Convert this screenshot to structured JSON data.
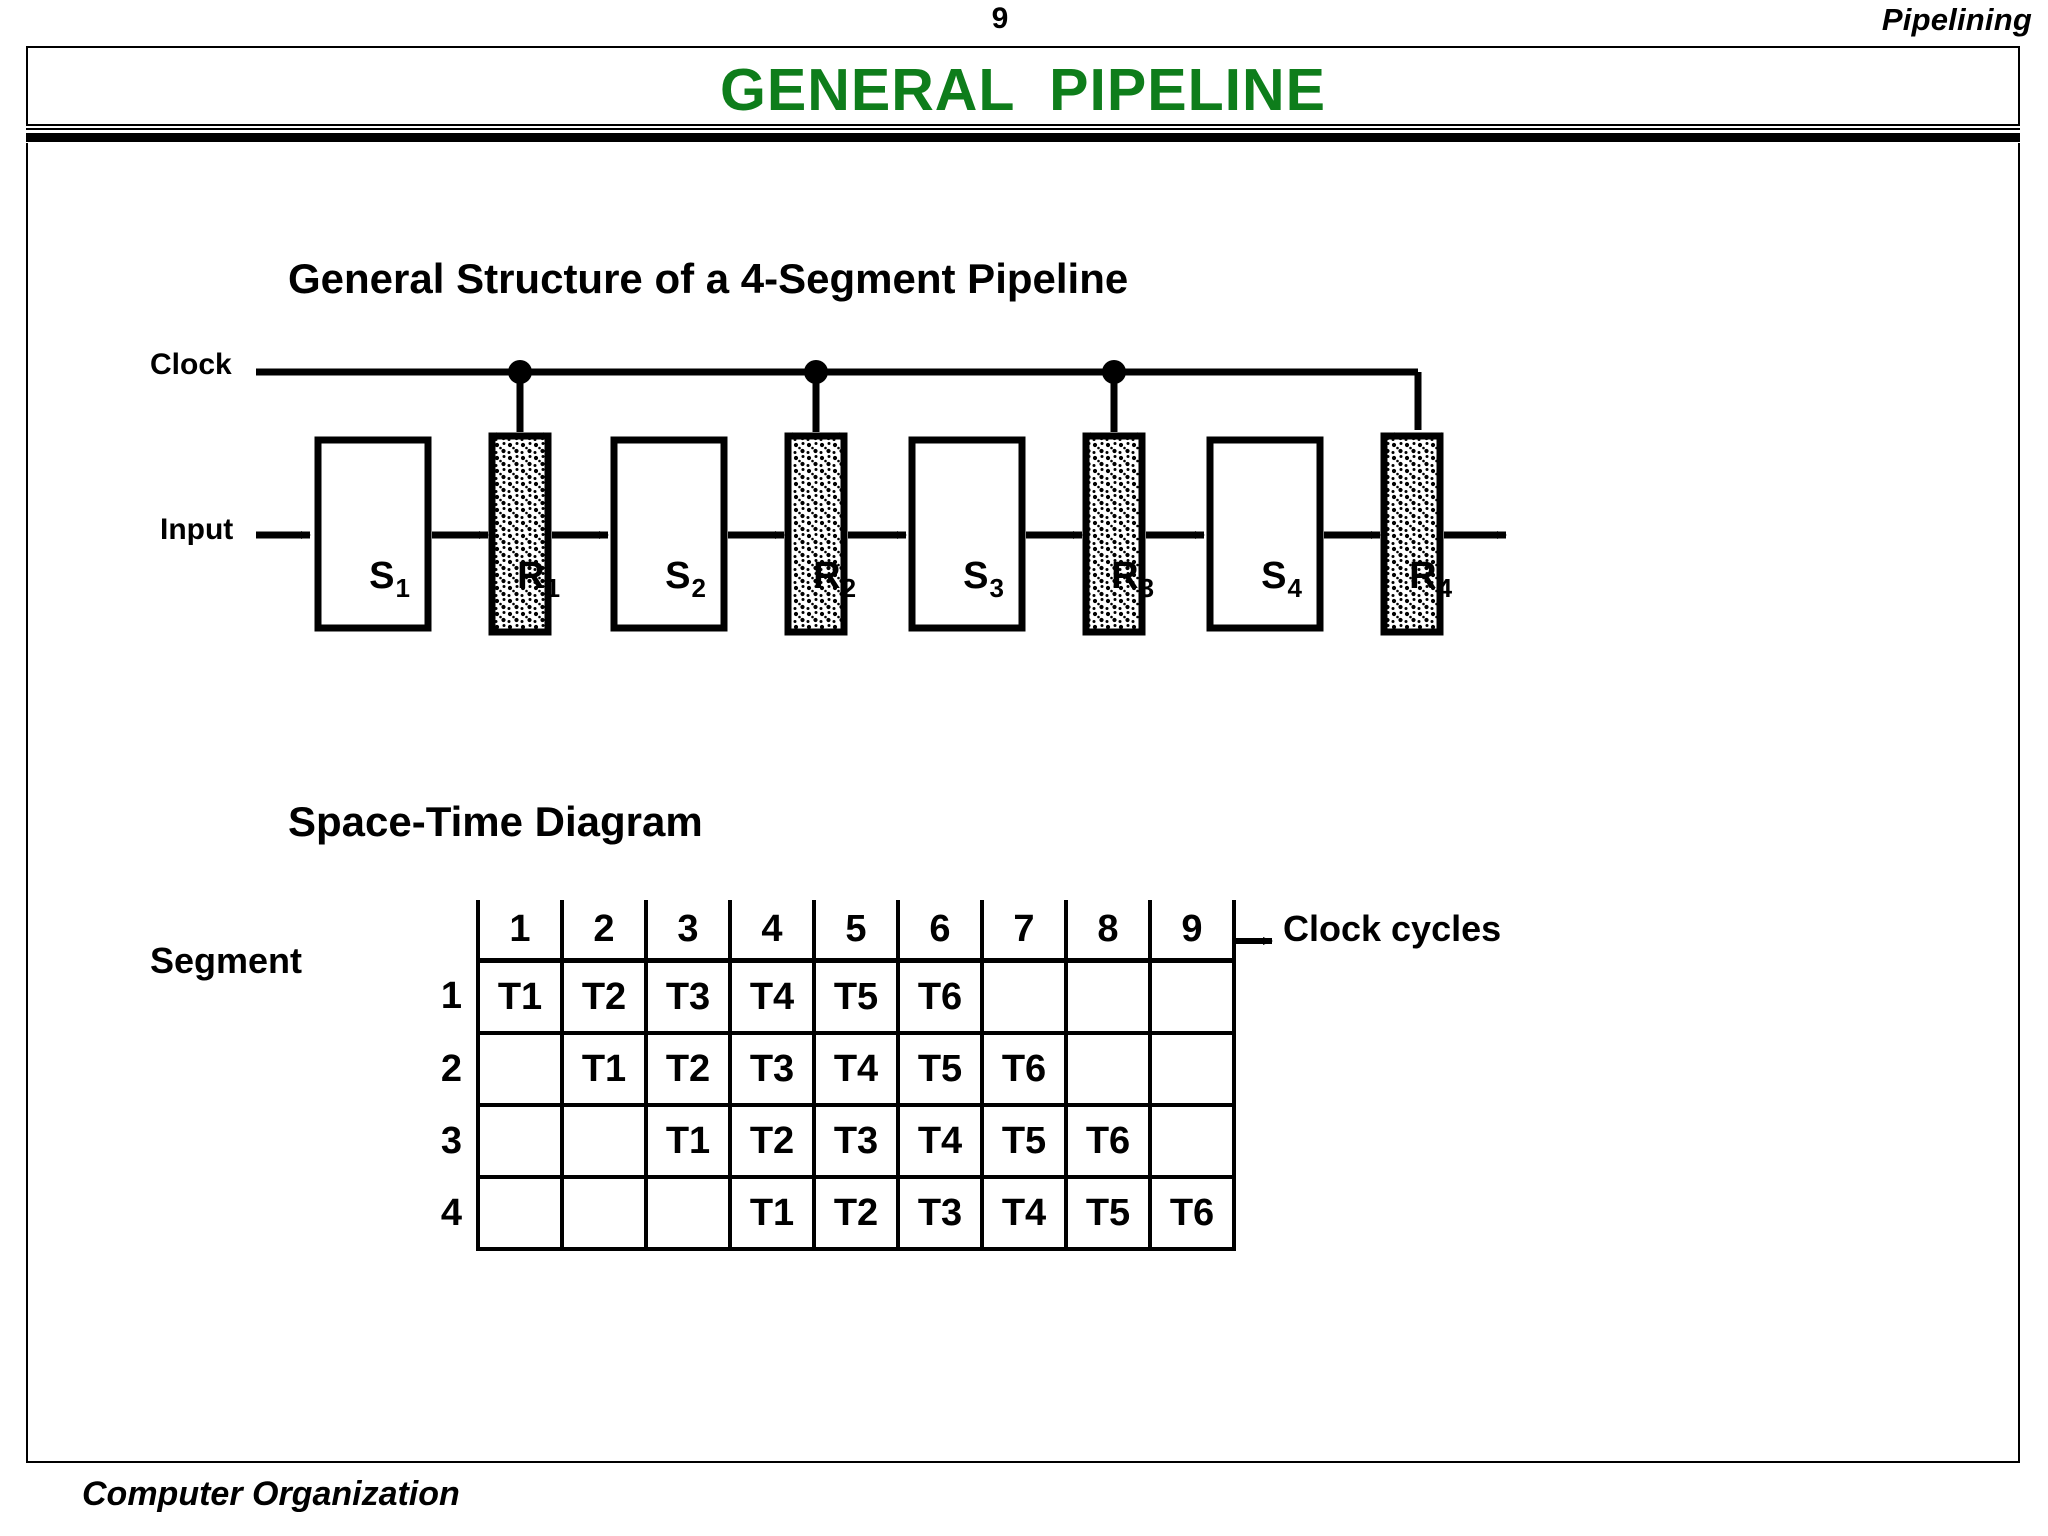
{
  "header": {
    "page_number": "9",
    "section": "Pipelining"
  },
  "title": "GENERAL  PIPELINE",
  "title_color": "#0E7D1B",
  "footer": "Computer Organization",
  "sections": {
    "structure_heading": "General Structure of a 4-Segment Pipeline",
    "spacetime_heading": "Space-Time Diagram"
  },
  "diagram": {
    "clock_label": "Clock",
    "input_label": "Input",
    "stages": [
      {
        "stage": "S",
        "stage_index": "1",
        "register": "R",
        "register_index": "1"
      },
      {
        "stage": "S",
        "stage_index": "2",
        "register": "R",
        "register_index": "2"
      },
      {
        "stage": "S",
        "stage_index": "3",
        "register": "R",
        "register_index": "3"
      },
      {
        "stage": "S",
        "stage_index": "4",
        "register": "R",
        "register_index": "4"
      }
    ],
    "stage_labels": [
      "S1",
      "S2",
      "S3",
      "S4"
    ],
    "register_labels": [
      "R1",
      "R2",
      "R3",
      "R4"
    ],
    "register_fill": "stipple-dots",
    "line_color": "#000000"
  },
  "spacetime": {
    "axis_label": "Clock cycles",
    "row_axis_label": "Segment",
    "columns": [
      "1",
      "2",
      "3",
      "4",
      "5",
      "6",
      "7",
      "8",
      "9"
    ],
    "rows": [
      {
        "segment": "1",
        "cells": [
          "T1",
          "T2",
          "T3",
          "T4",
          "T5",
          "T6",
          "",
          "",
          ""
        ]
      },
      {
        "segment": "2",
        "cells": [
          "",
          "T1",
          "T2",
          "T3",
          "T4",
          "T5",
          "T6",
          "",
          ""
        ]
      },
      {
        "segment": "3",
        "cells": [
          "",
          "",
          "T1",
          "T2",
          "T3",
          "T4",
          "T5",
          "T6",
          ""
        ]
      },
      {
        "segment": "4",
        "cells": [
          "",
          "",
          "",
          "T1",
          "T2",
          "T3",
          "T4",
          "T5",
          "T6"
        ]
      }
    ]
  },
  "chart_data": {
    "type": "table",
    "title": "Space-Time Diagram",
    "xlabel": "Clock cycles",
    "ylabel": "Segment",
    "categories": [
      "1",
      "2",
      "3",
      "4",
      "5",
      "6",
      "7",
      "8",
      "9"
    ],
    "series": [
      {
        "name": "Segment 1",
        "values": [
          "T1",
          "T2",
          "T3",
          "T4",
          "T5",
          "T6",
          "",
          "",
          ""
        ]
      },
      {
        "name": "Segment 2",
        "values": [
          "",
          "T1",
          "T2",
          "T3",
          "T4",
          "T5",
          "T6",
          "",
          ""
        ]
      },
      {
        "name": "Segment 3",
        "values": [
          "",
          "",
          "T1",
          "T2",
          "T3",
          "T4",
          "T5",
          "T6",
          ""
        ]
      },
      {
        "name": "Segment 4",
        "values": [
          "",
          "",
          "",
          "T1",
          "T2",
          "T3",
          "T4",
          "T5",
          "T6"
        ]
      }
    ],
    "grid": true,
    "legend": "none"
  }
}
